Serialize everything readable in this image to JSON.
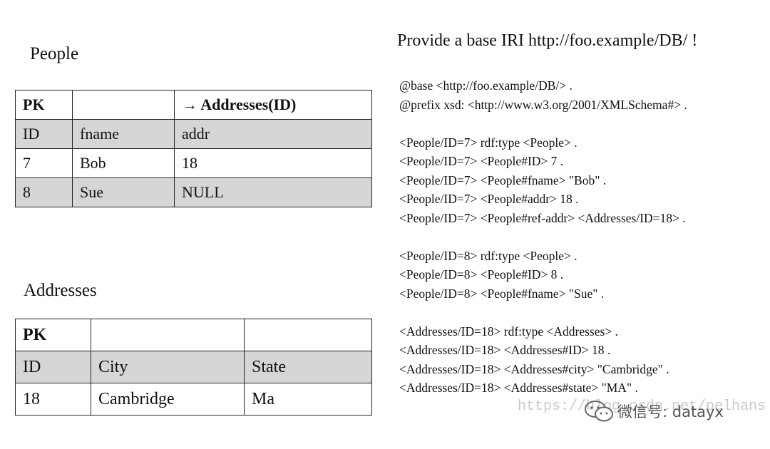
{
  "people": {
    "title": "People",
    "rows": [
      [
        "PK",
        "",
        "→ Addresses(ID)"
      ],
      [
        "ID",
        "fname",
        "addr"
      ],
      [
        "7",
        "Bob",
        "18"
      ],
      [
        "8",
        "Sue",
        "NULL"
      ]
    ]
  },
  "addresses": {
    "title": "Addresses",
    "rows": [
      [
        "PK",
        "",
        ""
      ],
      [
        "ID",
        "City",
        "State"
      ],
      [
        "18",
        "Cambridge",
        "Ma"
      ]
    ]
  },
  "rdf": {
    "heading": "Provide a base IRI http://foo.example/DB/ !",
    "lines": [
      "@base <http://foo.example/DB/> .",
      "@prefix xsd: <http://www.w3.org/2001/XMLSchema#> .",
      "",
      "<People/ID=7> rdf:type <People> .",
      "<People/ID=7> <People#ID> 7 .",
      "<People/ID=7> <People#fname> \"Bob\" .",
      "<People/ID=7> <People#addr> 18 .",
      "<People/ID=7> <People#ref-addr> <Addresses/ID=18> .",
      "",
      "<People/ID=8> rdf:type <People> .",
      "<People/ID=8> <People#ID> 8 .",
      "<People/ID=8> <People#fname> \"Sue\" .",
      "",
      "<Addresses/ID=18> rdf:type <Addresses> .",
      "<Addresses/ID=18> <Addresses#ID> 18 .",
      "<Addresses/ID=18> <Addresses#city> \"Cambridge\" .",
      "<Addresses/ID=18> <Addresses#state> \"MA\" ."
    ]
  },
  "watermark": {
    "url": "https://blog.csdn.net/pelhans",
    "wechat": "微信号: datayx",
    "icon": "wechat-icon"
  }
}
